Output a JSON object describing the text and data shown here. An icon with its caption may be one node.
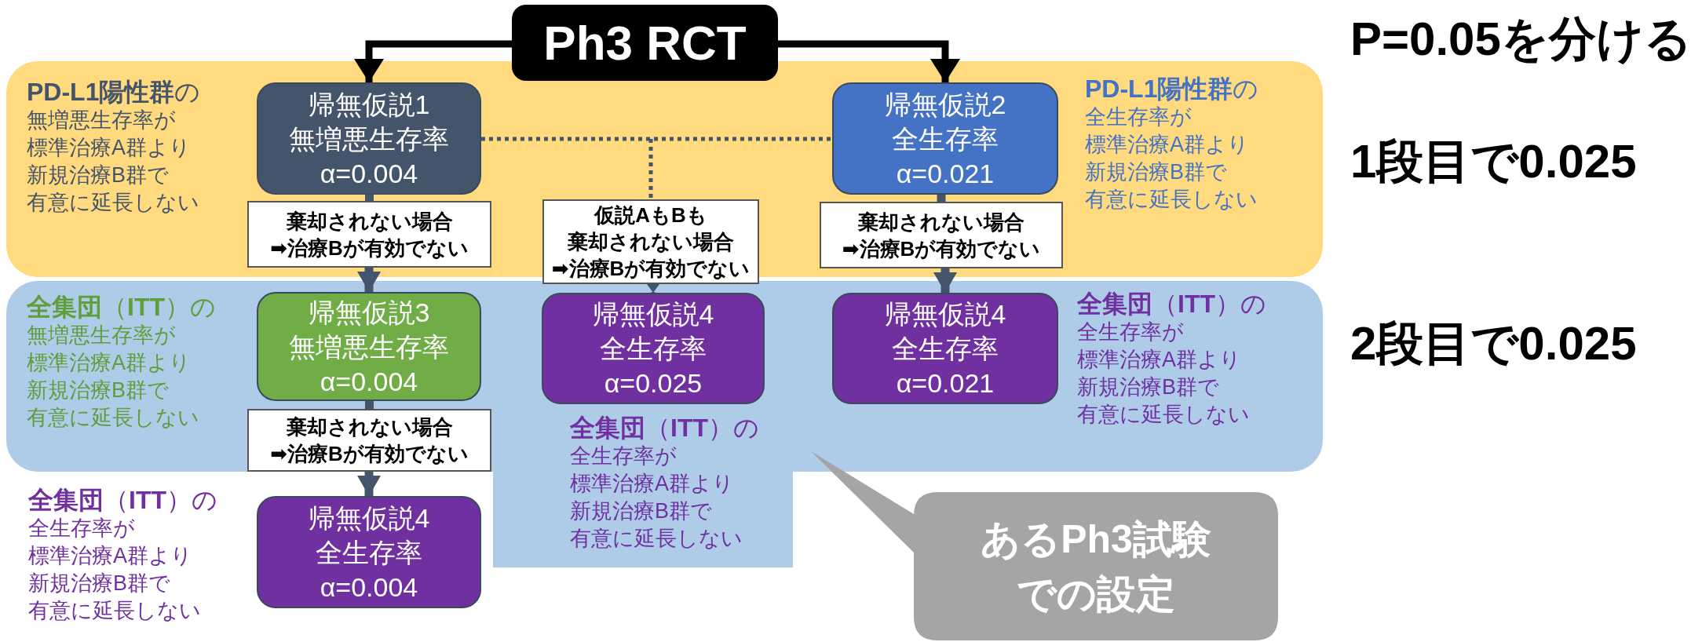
{
  "diagram": {
    "nodes": [
      {
        "text": [
          "Ph3 RCT"
        ]
      },
      {
        "text": [
          "**PD-L1陽性群**の",
          "無増悪生存率が",
          "標準治療A群より",
          "新規治療B群で",
          "有意に延長しない",
          "**PD-L1陽性群**の",
          "全生存率が",
          "標準治療A群より",
          "新規治療B群で",
          "有意に延長しない"
        ]
      },
      {
        "text": [
          "帰無仮説1",
          "無増悪生存率",
          "α=0.004"
        ],
        "in": 1
      },
      {
        "text": [
          "帰無仮説2",
          "全生存率",
          "α=0.021"
        ],
        "in": 1
      },
      {
        "text": [
          "棄却されない場合",
          "➡治療Bが有効でない"
        ],
        "in": 1
      },
      {
        "text": [
          "仮説AもBも",
          "棄却されない場合",
          "➡治療Bが有効でない"
        ]
      },
      {
        "text": [
          "棄却されない場合",
          "➡治療Bが有効でない"
        ],
        "in": 1
      },
      {
        "text": [
          "**全集団**（**ITT**）の",
          "無増悪生存率が",
          "標準治療A群より",
          "新規治療B群で",
          "有意に延長しない",
          "**全集団**（**ITT**）の",
          "全生存率が",
          "標準治療A群より",
          "新規治療B群で",
          "有意に延長しない"
        ]
      },
      {
        "text": [
          "帰無仮説3",
          "無増悪生存率",
          "α=0.004"
        ],
        "in": 7
      },
      {
        "text": [
          "帰無仮説4",
          "全生存率",
          "α=0.025"
        ],
        "in": 7
      },
      {
        "text": [
          "帰無仮説4",
          "全生存率",
          "α=0.021"
        ],
        "in": 7
      },
      {
        "text": [
          "棄却されない場合",
          "➡治療Bが有効でない"
        ],
        "in": 7
      },
      {
        "text": [
          "**全集団**（**ITT**）の",
          "全生存率が",
          "標準治療A群より",
          "新規治療B群で",
          "有意に延長しない"
        ]
      },
      {
        "text": [
          "帰無仮説4",
          "全生存率",
          "α=0.004"
        ]
      },
      {
        "text": [
          "あるPh3試験での設定"
        ]
      }
    ],
    "edges": [
      {
        "from": 0,
        "to": 2,
        "arrow": "to",
        "color": "#000000"
      },
      {
        "from": 0,
        "to": 3,
        "arrow": "to",
        "color": "#000000"
      },
      {
        "from": 2,
        "to": 4,
        "arrow": "none"
      },
      {
        "from": 4,
        "to": 8,
        "arrow": "to"
      },
      {
        "from": 3,
        "to": 6,
        "arrow": "none"
      },
      {
        "from": 6,
        "to": 10,
        "arrow": "to"
      },
      {
        "from": 2,
        "to": 5,
        "arrow": "none",
        "style": "dashed"
      },
      {
        "from": 3,
        "to": 5,
        "arrow": "none",
        "style": "dashed"
      },
      {
        "from": 5,
        "to": 9,
        "arrow": "to",
        "style": "dashed"
      },
      {
        "from": 8,
        "to": 11,
        "arrow": "none"
      },
      {
        "from": 11,
        "to": 13,
        "arrow": "to"
      }
    ],
    "labels": [
      "**全集団**（**ITT**）の",
      "全生存率が",
      "標準治療A群より",
      "新規治療B群で",
      "有意に延長しない",
      "P=0.05を分ける",
      "1段目で0.025",
      "2段目で0.025"
    ]
  }
}
